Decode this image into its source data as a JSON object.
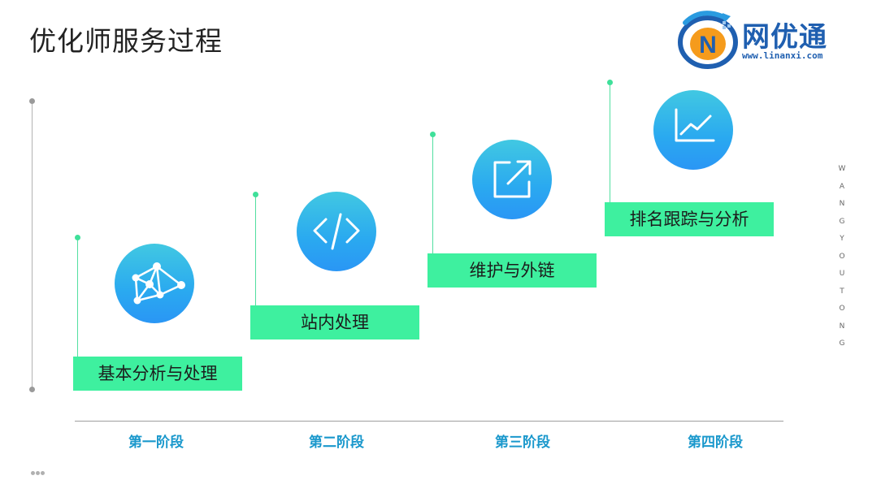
{
  "page": {
    "title": "优化师服务过程"
  },
  "logo": {
    "brand": "网优通",
    "url": "www.linanxi.com",
    "badge_letter": "N"
  },
  "side_text": "WANGYOUTONG",
  "stages": [
    {
      "label": "基本分析与处理",
      "phase": "第一阶段",
      "icon": "network-nodes-icon"
    },
    {
      "label": "站内处理",
      "phase": "第二阶段",
      "icon": "code-brackets-icon"
    },
    {
      "label": "维护与外链",
      "phase": "第三阶段",
      "icon": "external-link-icon"
    },
    {
      "label": "排名跟踪与分析",
      "phase": "第四阶段",
      "icon": "line-chart-icon"
    }
  ],
  "colors": {
    "accent_green": "#3ef09f",
    "circle_blue": "#2aa9f0",
    "phase_text": "#1a98cc",
    "logo_blue": "#1f5fb0",
    "logo_orange": "#f59b1c"
  }
}
